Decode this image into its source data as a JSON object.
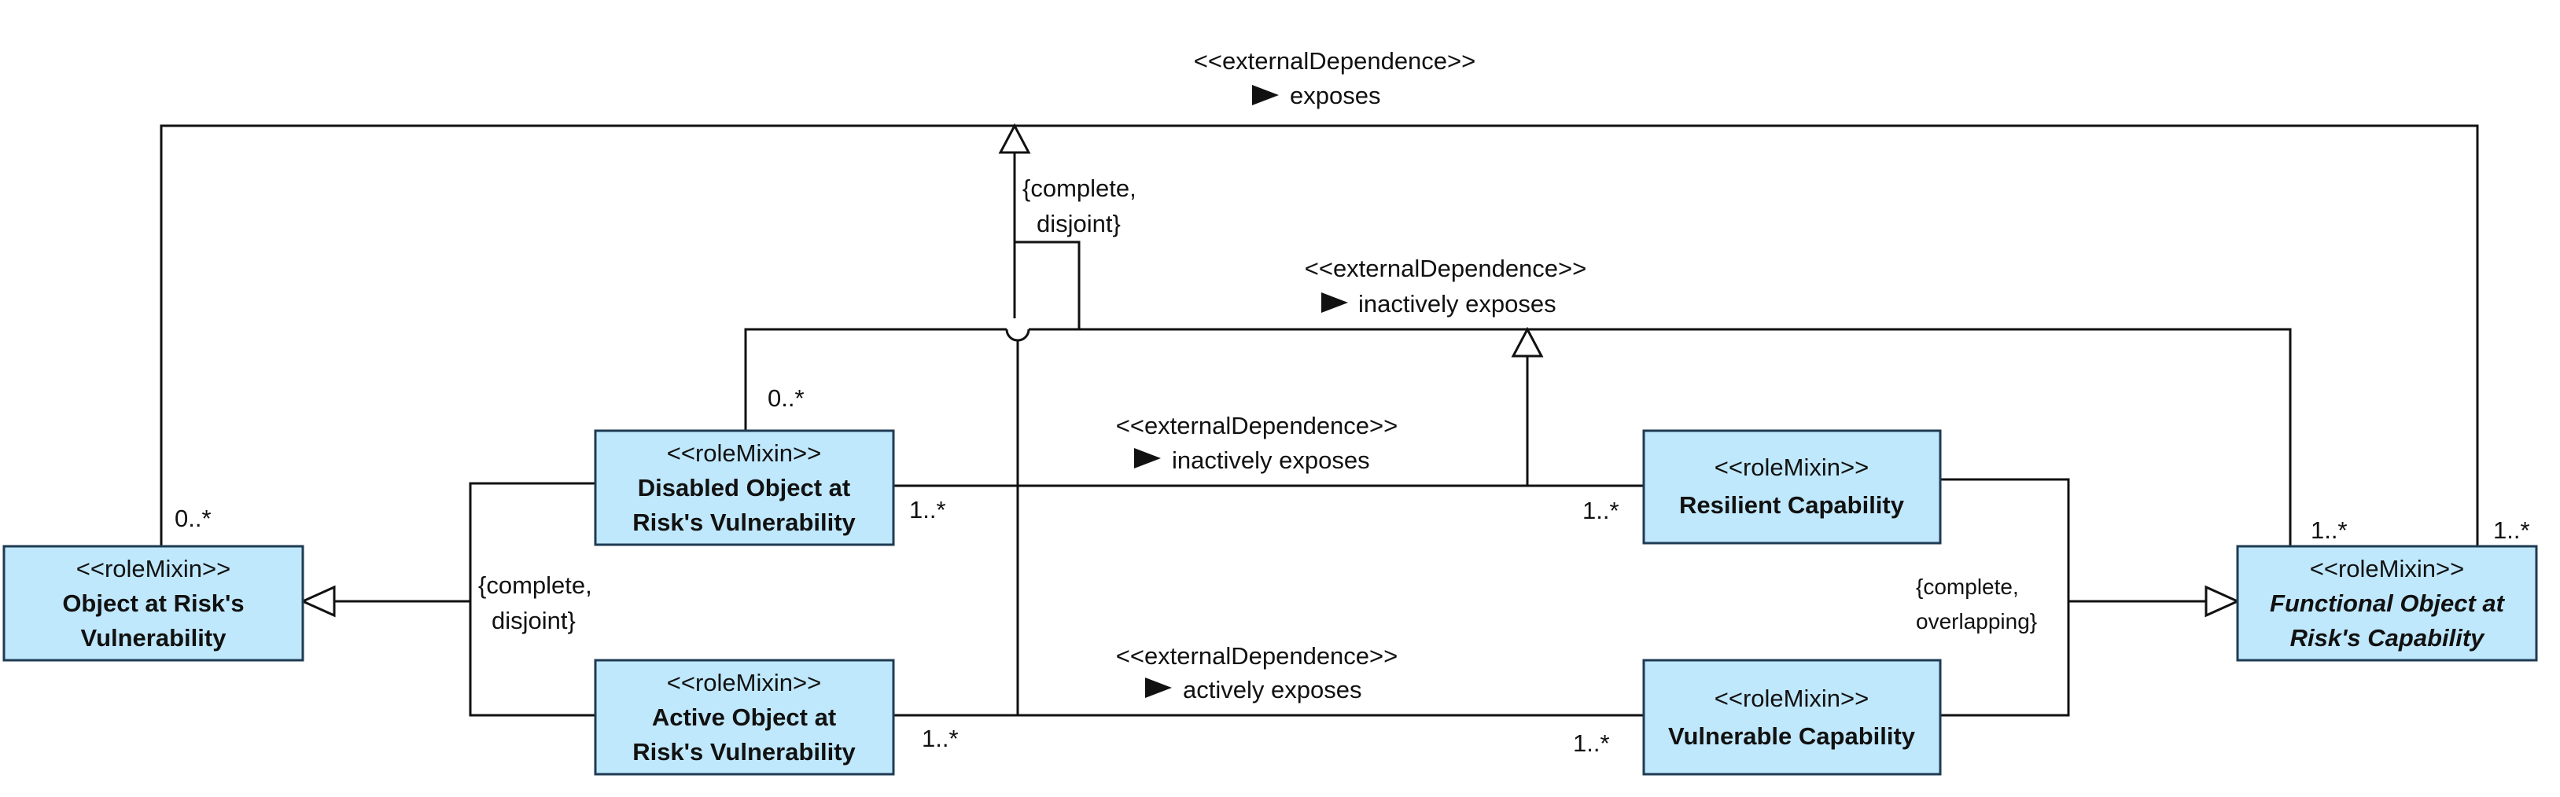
{
  "colors": {
    "class_fill": "#c0e8fc",
    "class_border": "#1f3b53",
    "line": "#111111"
  },
  "classes": {
    "object_vuln": {
      "stereotype": "<<roleMixin>>",
      "name_line1": "Object at Risk's",
      "name_line2": "Vulnerability"
    },
    "disabled_obj": {
      "stereotype": "<<roleMixin>>",
      "name_line1": "Disabled Object at",
      "name_line2": "Risk's Vulnerability"
    },
    "active_obj": {
      "stereotype": "<<roleMixin>>",
      "name_line1": "Active Object at",
      "name_line2": "Risk's Vulnerability"
    },
    "resilient_cap": {
      "stereotype": "<<roleMixin>>",
      "name": "Resilient Capability"
    },
    "vulnerable_cap": {
      "stereotype": "<<roleMixin>>",
      "name": "Vulnerable Capability"
    },
    "functional_obj": {
      "stereotype": "<<roleMixin>>",
      "name_line1": "Functional Object at",
      "name_line2": "Risk's Capability"
    }
  },
  "associations": {
    "exposes": {
      "stereotype": "<<externalDependence>>",
      "arrow_icon": "triangle-right-icon",
      "name": "exposes",
      "source_mult": "0..*",
      "target_mult": "1..*"
    },
    "inactive_top": {
      "stereotype": "<<externalDependence>>",
      "arrow_icon": "triangle-right-icon",
      "name": "inactively exposes",
      "source_mult": "0..*",
      "target_mult": "1..*"
    },
    "inactive_mid": {
      "stereotype": "<<externalDependence>>",
      "arrow_icon": "triangle-right-icon",
      "name": "inactively exposes",
      "source_mult": "1..*",
      "target_mult": "1..*"
    },
    "active": {
      "stereotype": "<<externalDependence>>",
      "arrow_icon": "triangle-right-icon",
      "name": "actively exposes",
      "source_mult": "1..*",
      "target_mult": "1..*"
    }
  },
  "generalization_sets": {
    "top": {
      "line1": "{complete,",
      "line2": "disjoint}"
    },
    "left": {
      "line1": "{complete,",
      "line2": "disjoint}"
    },
    "right": {
      "line1": "{complete,",
      "line2": "overlapping}"
    }
  }
}
